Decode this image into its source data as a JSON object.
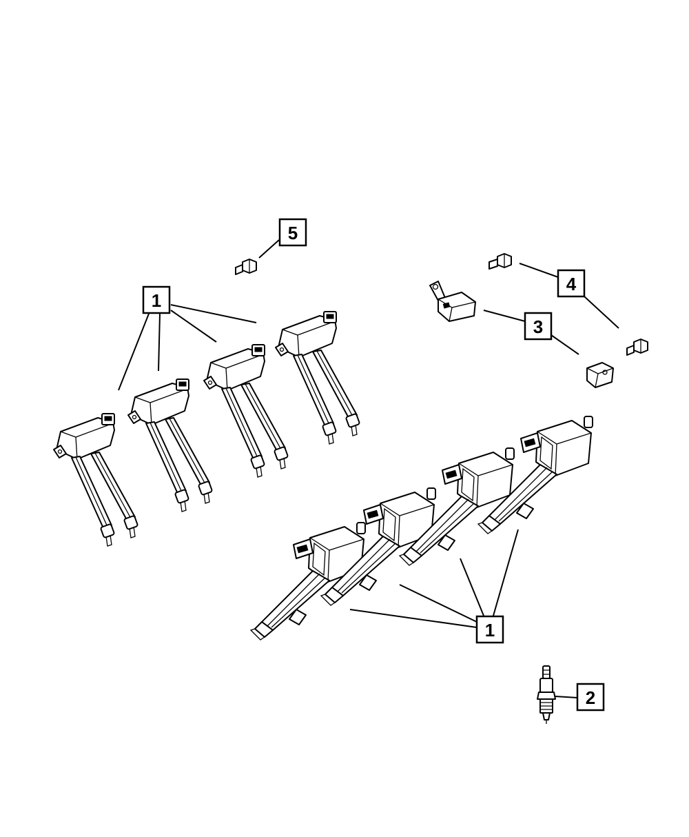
{
  "callouts": {
    "c1_upper": "1",
    "c1_lower": "1",
    "c2": "2",
    "c3": "3",
    "c4": "4",
    "c5": "5"
  },
  "parts": {
    "ignition_coils_upper": 4,
    "ignition_coils_lower": 4
  }
}
